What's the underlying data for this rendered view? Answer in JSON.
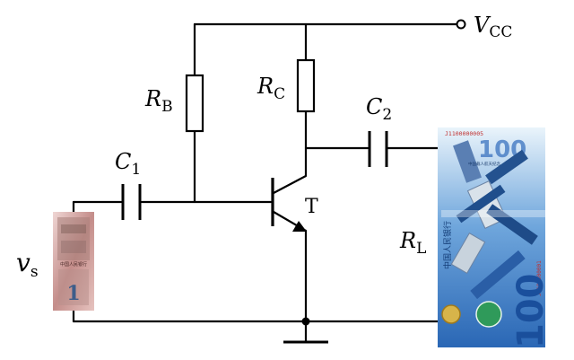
{
  "labels": {
    "vcc_main": "V",
    "vcc_sub": "CC",
    "rb_main": "R",
    "rb_sub": "B",
    "rc_main": "R",
    "rc_sub": "C",
    "c1_main": "C",
    "c1_sub": "1",
    "c2_main": "C",
    "c2_sub": "2",
    "transistor": "T",
    "rl_main": "R",
    "rl_sub": "L",
    "vs_main": "v",
    "vs_sub": "s"
  },
  "banknote_right": {
    "denomination": "100",
    "serial": "J1100000005",
    "serial_vertical": "J1100000001",
    "issuer": "中国人民银行",
    "caption": "中国载人航天纪念"
  },
  "banknote_left": {
    "denomination": "1",
    "issuer": "中国人民银行"
  },
  "colors": {
    "wire": "#000000",
    "banknote_right": "#2f72c4",
    "banknote_left": "#c9908e"
  }
}
